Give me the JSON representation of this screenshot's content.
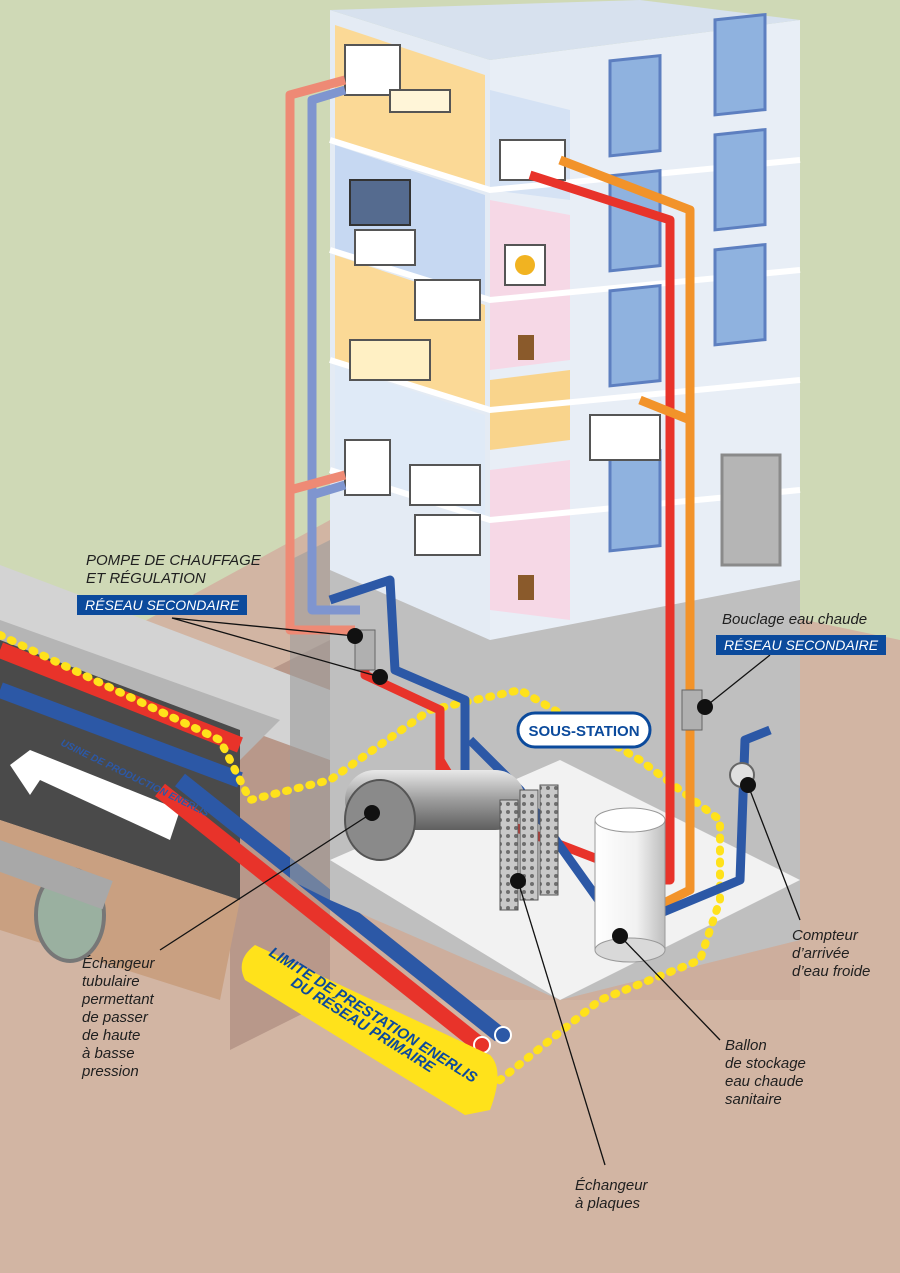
{
  "colors": {
    "sky": "#cfd9b6",
    "ground": "#d2b5a3",
    "hot_pipe": "#e8332a",
    "cold_pipe": "#2c58a6",
    "pink_pipe": "#ee8a75",
    "lavender_pipe": "#7f95cf",
    "dhw_pipe": "#f2932a",
    "boundary_dots": "#ffe21b",
    "badge_blue": "#0b4a9c",
    "building_wall": "#e4ebf4",
    "substation_wall": "#ececec"
  },
  "labels": {
    "pompe_line1": "POMPE DE CHAUFFAGE",
    "pompe_line2": "ET RÉGULATION",
    "pompe_badge": "RÉSEAU SECONDAIRE",
    "bouclage_title": "Bouclage eau chaude",
    "bouclage_badge": "RÉSEAU SECONDAIRE",
    "sous_station": "SOUS-STATION",
    "usine": "USINE DE PRODUCTION ENERLIS",
    "limite_line1": "LIMITE DE PRESTATION ENERLIS",
    "limite_line2": "DU RÉSEAU PRIMAIRE",
    "echangeur_tubulaire": [
      "Échangeur",
      "tubulaire",
      "permettant",
      "de passer",
      "de haute",
      "à basse",
      "pression"
    ],
    "ballon": [
      "Ballon",
      "de stockage",
      "eau chaude",
      "sanitaire"
    ],
    "compteur": [
      "Compteur",
      "d’arrivée",
      "d’eau froide"
    ],
    "echangeur_plaques": [
      "Échangeur",
      "à plaques"
    ]
  },
  "icons": [
    "radiator-icon",
    "sofa-icon",
    "tv-icon",
    "sink-icon",
    "bathtub-icon",
    "sunflower-picture-icon",
    "plant-icon",
    "pump-icon",
    "meter-icon",
    "storage-tank-icon",
    "plate-exchanger-icon",
    "tubular-exchanger-icon"
  ]
}
